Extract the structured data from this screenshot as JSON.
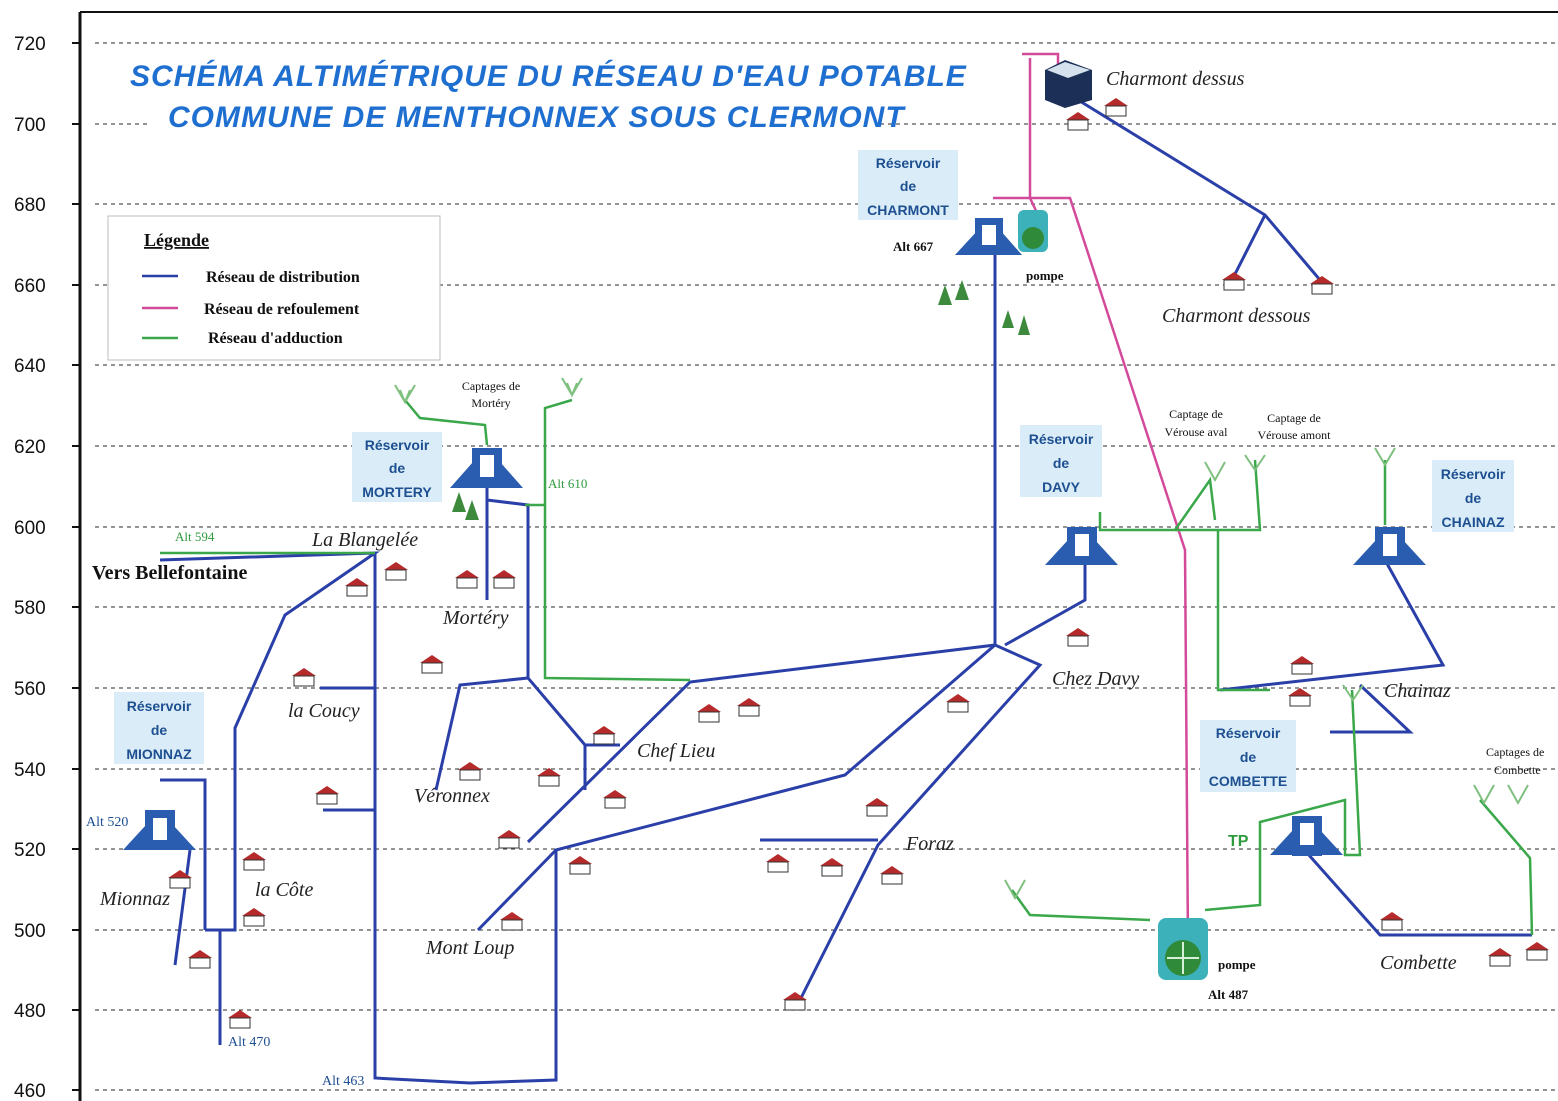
{
  "title": {
    "line1": "SCHÉMA ALTIMÉTRIQUE DU RÉSEAU D'EAU POTABLE",
    "line2": "COMMUNE DE MENTHONNEX SOUS CLERMONT"
  },
  "axis": {
    "ticks": [
      "720",
      "700",
      "680",
      "660",
      "640",
      "620",
      "600",
      "580",
      "560",
      "540",
      "520",
      "500",
      "480",
      "460"
    ]
  },
  "legend": {
    "title": "Légende",
    "items": [
      {
        "label": "Réseau de distribution",
        "color": "#2a3fa8"
      },
      {
        "label": "Réseau de refoulement",
        "color": "#d44a9a"
      },
      {
        "label": "Réseau d'adduction",
        "color": "#3aa84a"
      }
    ]
  },
  "colors": {
    "distribution": "#2a3fa8",
    "refoulement": "#d44a9a",
    "adduction": "#3aa84a",
    "title": "#1f6fd0",
    "reservoir": "#2a5db0",
    "reservoir_label_bg": "#d9ecf7",
    "house_roof": "#b52a2a"
  },
  "reservoirs": {
    "charmont": {
      "line1": "Réservoir",
      "line2": "de",
      "line3": "CHARMONT",
      "alt": "Alt 667"
    },
    "mortery": {
      "line1": "Réservoir",
      "line2": "de",
      "line3": "MORTERY"
    },
    "davy": {
      "line1": "Réservoir",
      "line2": "de",
      "line3": "DAVY"
    },
    "chainaz": {
      "line1": "Réservoir",
      "line2": "de",
      "line3": "CHAINAZ"
    },
    "mionnaz": {
      "line1": "Réservoir",
      "line2": "de",
      "line3": "MIONNAZ",
      "alt": "Alt 520"
    },
    "combette": {
      "line1": "Réservoir",
      "line2": "de",
      "line3": "COMBETTE"
    }
  },
  "places": {
    "charmont_dessus": "Charmont dessus",
    "charmont_dessous": "Charmont dessous",
    "vers_bellefontaine": "Vers Bellefontaine",
    "la_blangelee": "La Blangelée",
    "mortery": "Mortéry",
    "la_coucy": "la Coucy",
    "chez_davy": "Chez Davy",
    "chainaz": "Chainaz",
    "chef_lieu": "Chef Lieu",
    "veronnex": "Véronnex",
    "foraz": "Foraz",
    "mionnaz": "Mionnaz",
    "la_cote": "la Côte",
    "mont_loup": "Mont Loup",
    "combette": "Combette"
  },
  "annotations": {
    "alt_594": "Alt 594",
    "alt_610": "Alt 610",
    "alt_470": "Alt 470",
    "alt_463": "Alt 463",
    "alt_487": "Alt 487",
    "pompe_top": "pompe",
    "pompe_bottom": "pompe",
    "captages_mortery_1": "Captages de",
    "captages_mortery_2": "Mortéry",
    "captage_aval_1": "Captage de",
    "captage_aval_2": "Vérouse aval",
    "captage_amont_1": "Captage de",
    "captage_amont_2": "Vérouse amont",
    "captages_combette_1": "Captages de",
    "captages_combette_2": "Combette",
    "tp": "TP"
  }
}
